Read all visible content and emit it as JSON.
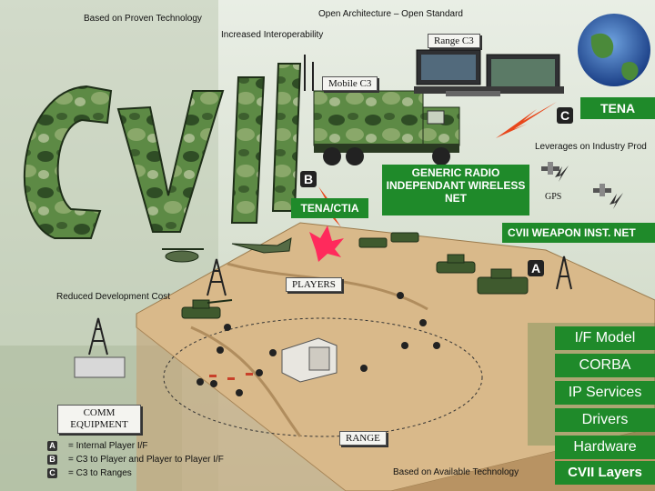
{
  "header": {
    "left_note": "Based on Proven Technology",
    "top_note": "Open Architecture – Open Standard",
    "interop_note": "Increased Interoperability"
  },
  "title_letters": "CVII",
  "labels": {
    "range_c3": "Range C3",
    "mobile_c3": "Mobile C3",
    "tena": "TENA",
    "leverages": "Leverages on Industry Prod",
    "generic_radio": "GENERIC RADIO INDEPENDANT WIRELESS NET",
    "gps": "GPS",
    "tena_ctia": "TENA/CTIA",
    "weapon_net": "CVII WEAPON INST. NET",
    "players": "PLAYERS",
    "reduced_cost": "Reduced Development Cost",
    "comm_equipment": "COMM EQUIPMENT",
    "range": "RANGE",
    "based_available": "Based on Available Technology"
  },
  "markers": {
    "a": "A",
    "b": "B",
    "c": "C"
  },
  "layers": {
    "items": [
      "I/F Model",
      "CORBA",
      "IP Services",
      "Drivers",
      "Hardware"
    ],
    "title": "CVII Layers"
  },
  "legend": [
    {
      "key": "A",
      "text": "= Internal Player I/F"
    },
    {
      "key": "B",
      "text": "= C3 to Player and Player to Player I/F"
    },
    {
      "key": "C",
      "text": "= C3 to Ranges"
    }
  ],
  "colors": {
    "accent_green": "#1f8a2a",
    "terrain": "#d9b98a",
    "cvii_camo": "#4f7a3a"
  }
}
